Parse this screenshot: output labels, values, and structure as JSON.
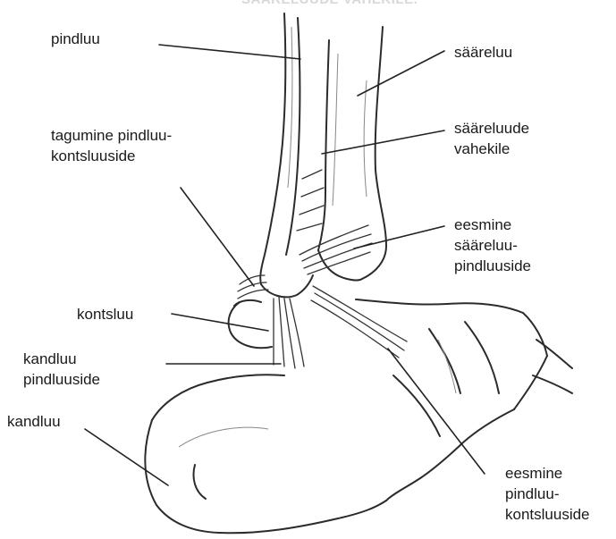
{
  "caption": "SÄÄRELUUDE VAHEKILE.",
  "labels": {
    "pindluu": "pindluu",
    "saareluu": "sääreluu",
    "tagumine_line1": "tagumine pindluu-",
    "tagumine_line2": "kontsluuside",
    "vahekile_line1": "sääreluude",
    "vahekile_line2": "vahekile",
    "eesmine_saare_line1": "eesmine",
    "eesmine_saare_line2": "sääreluu-",
    "eesmine_saare_line3": "pindluuside",
    "kontsluu": "kontsluu",
    "kandluu_pind_line1": "kandluu",
    "kandluu_pind_line2": "pindluuside",
    "kandluu": "kandluu",
    "eesmine_pind_line1": "eesmine",
    "eesmine_pind_line2": "pindluu-",
    "eesmine_pind_line3": "kontsluuside"
  },
  "colors": {
    "line": "#2b2b2b",
    "text": "#1a1a1a",
    "background": "#ffffff"
  }
}
